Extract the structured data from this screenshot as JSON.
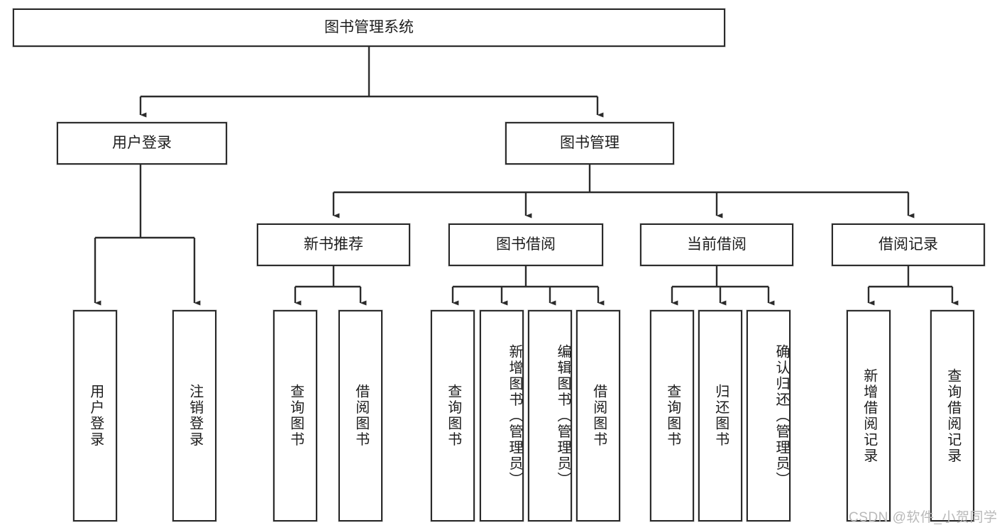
{
  "diagram": {
    "type": "tree-hierarchy",
    "title": "图书管理系统",
    "watermark": "CSDN @软件_小贺同学",
    "colors": {
      "box_border": "#2b2b2b",
      "box_fill": "#ffffff",
      "edge": "#2b2b2b",
      "text": "#1d1d1d",
      "watermark": "#b9b9b9",
      "background": "#ffffff"
    },
    "root": {
      "label": "图书管理系统"
    },
    "level2": [
      {
        "label": "用户登录"
      },
      {
        "label": "图书管理"
      }
    ],
    "level3": [
      {
        "label": "新书推荐"
      },
      {
        "label": "图书借阅"
      },
      {
        "label": "当前借阅"
      },
      {
        "label": "借阅记录"
      }
    ],
    "leaves": {
      "user_login": [
        {
          "label": "用户登录"
        },
        {
          "label": "注销登录"
        }
      ],
      "new_book_recommend": [
        {
          "label": "查询图书"
        },
        {
          "label": "借阅图书"
        }
      ],
      "book_borrow": [
        {
          "label": "查询图书"
        },
        {
          "label": "新增图书（管理员）"
        },
        {
          "label": "编辑图书（管理员）"
        },
        {
          "label": "借阅图书"
        }
      ],
      "current_borrow": [
        {
          "label": "查询图书"
        },
        {
          "label": "归还图书"
        },
        {
          "label": "确认归还（管理员）"
        }
      ],
      "borrow_record": [
        {
          "label": "新增借阅记录"
        },
        {
          "label": "查询借阅记录"
        }
      ]
    }
  }
}
